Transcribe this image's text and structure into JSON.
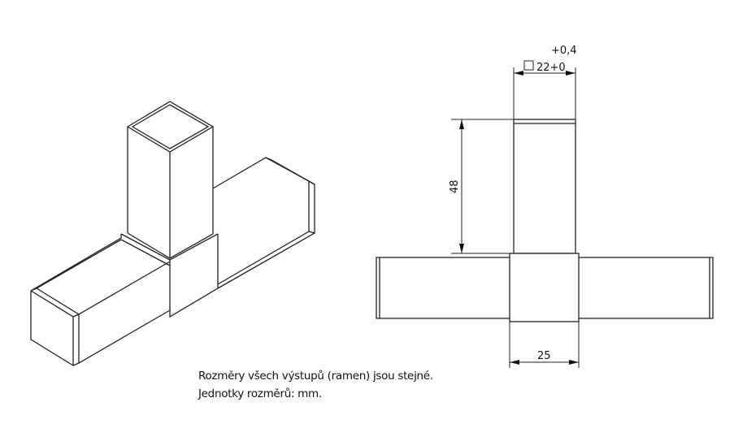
{
  "drawing": {
    "dimensions": {
      "tolerance_upper": "+0,4",
      "square_size": "22+0",
      "arm_length": "48",
      "center_width": "25"
    },
    "notes": [
      "Rozměry všech výstupů (ramen) jsou stejné.",
      "Jednotky rozměrů: mm."
    ]
  }
}
